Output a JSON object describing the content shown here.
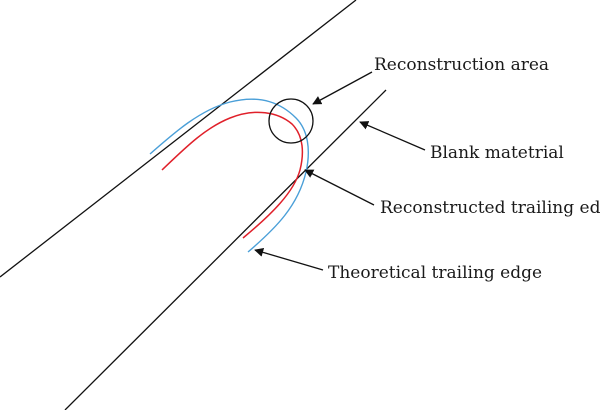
{
  "labels": {
    "reconstruction_area": "Reconstruction area",
    "blank_material": "Blank matetrial",
    "reconstructed_trailing_edge": "Reconstructed trailing edge",
    "theoretical_trailing_edge": "Theoretical trailing edge"
  },
  "colors": {
    "background": "#ffffff",
    "line": "#111111",
    "reconstructed_curve": "#e0202a",
    "theoretical_curve": "#4a9fd8"
  }
}
